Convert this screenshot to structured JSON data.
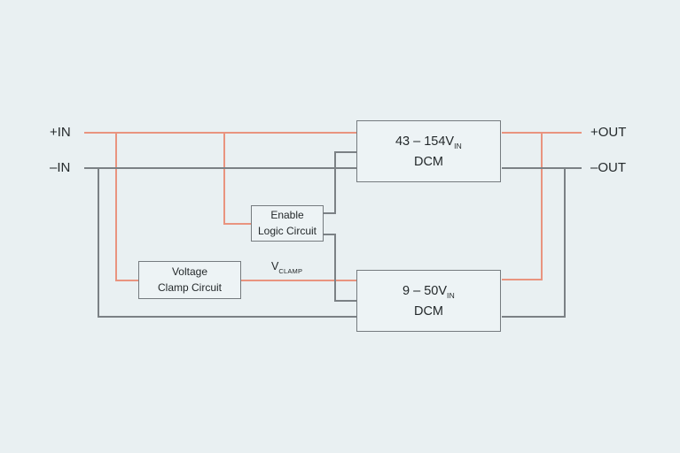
{
  "diagram": {
    "terminals": {
      "in_pos": "+IN",
      "in_neg": "–IN",
      "out_pos": "+OUT",
      "out_neg": "–OUT"
    },
    "blocks": {
      "dcm_top": {
        "range": "43 – 154V",
        "range_sub": "IN",
        "name": "DCM"
      },
      "dcm_bottom": {
        "range": "9 – 50V",
        "range_sub": "IN",
        "name": "DCM"
      },
      "enable_logic": {
        "line1": "Enable",
        "line2": "Logic Circuit"
      },
      "voltage_clamp": {
        "line1": "Voltage",
        "line2": "Clamp Circuit"
      }
    },
    "net_labels": {
      "v_clamp": "V",
      "v_clamp_sub": "CLAMP"
    },
    "colors": {
      "background": "#e9f0f2",
      "box_fill": "#edf3f5",
      "box_border": "#757b7f",
      "positive_wire": "#e9947f",
      "negative_wire": "#7b8185",
      "text": "#24292b"
    }
  }
}
